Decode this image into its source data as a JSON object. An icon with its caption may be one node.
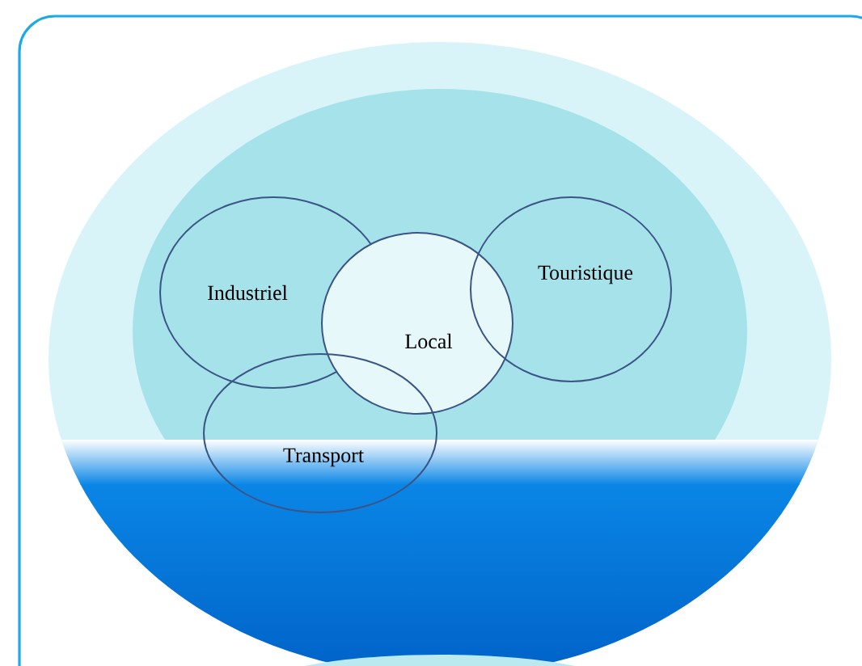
{
  "diagram": {
    "nodes": [
      {
        "text": [
          "Industriel"
        ]
      },
      {
        "text": [
          "Local"
        ]
      },
      {
        "text": [
          "Touristique"
        ]
      },
      {
        "text": [
          "Transport"
        ]
      }
    ]
  }
}
